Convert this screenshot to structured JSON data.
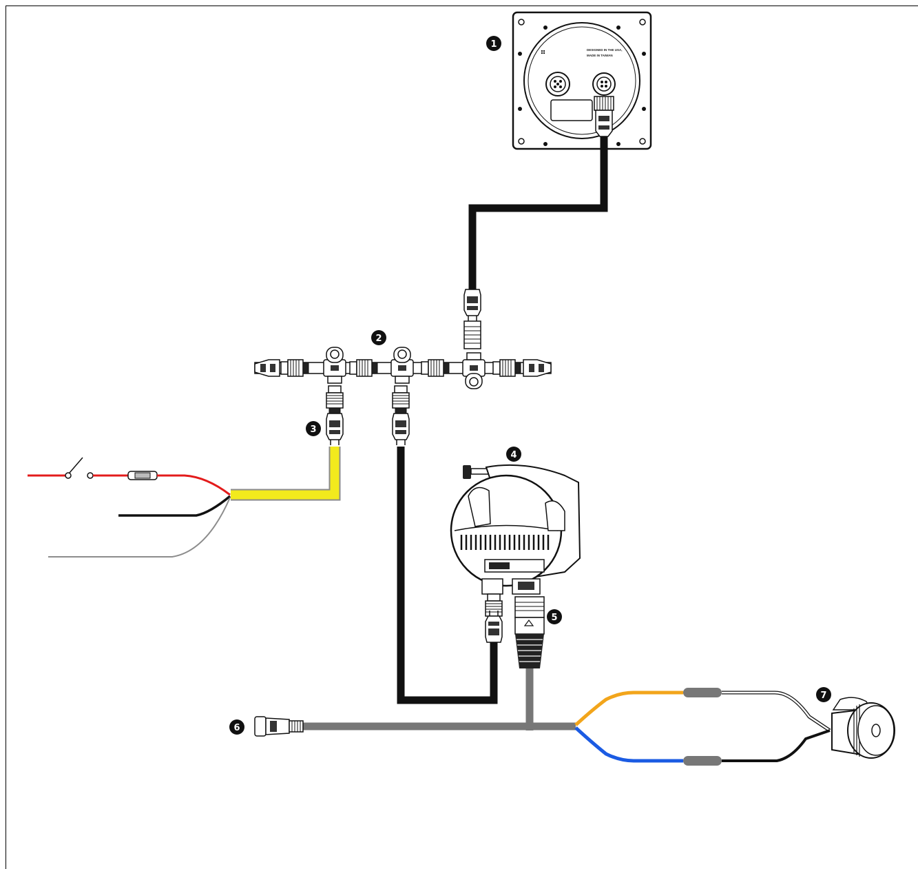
{
  "callouts": [
    {
      "id": "1",
      "glyph": "1"
    },
    {
      "id": "2",
      "glyph": "2"
    },
    {
      "id": "3",
      "glyph": "3"
    },
    {
      "id": "4",
      "glyph": "4"
    },
    {
      "id": "5",
      "glyph": "5"
    },
    {
      "id": "6",
      "glyph": "6"
    },
    {
      "id": "7",
      "glyph": "7"
    }
  ],
  "display_unit": {
    "label_line1": "DESIGNED IN THE USA,",
    "label_line2": "MADE IN TAIWAN",
    "icon": "grid-dots"
  },
  "colors": {
    "backbone_cable": "#111111",
    "power_cable": "#f2ea1d",
    "power_cable_outline": "#8a8a8a",
    "gray_cable": "#777777",
    "red_wire": "#e31b1b",
    "black_wire": "#111111",
    "gray_wire": "#8c8c8c",
    "orange_wire": "#f2a51b",
    "blue_wire": "#1b5be3",
    "white_wire": "#ffffff"
  }
}
